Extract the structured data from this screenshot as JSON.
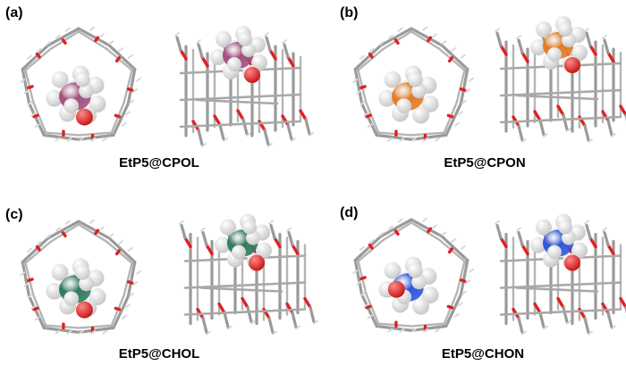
{
  "panels": [
    {
      "letter": "(a)",
      "caption": "EtP5@CPOL",
      "guest_color": "#a0507e"
    },
    {
      "letter": "(b)",
      "caption": "EtP5@CPON",
      "guest_color": "#e07c26"
    },
    {
      "letter": "(c)",
      "caption": "EtP5@CHOL",
      "guest_color": "#2f7a5f"
    },
    {
      "letter": "(d)",
      "caption": "EtP5@CHON",
      "guest_color": "#2f56d9"
    }
  ],
  "colors": {
    "host_gray": "#9a9a9a",
    "oxygen": "#e02020",
    "hydrogen": "#f2f2f2"
  }
}
